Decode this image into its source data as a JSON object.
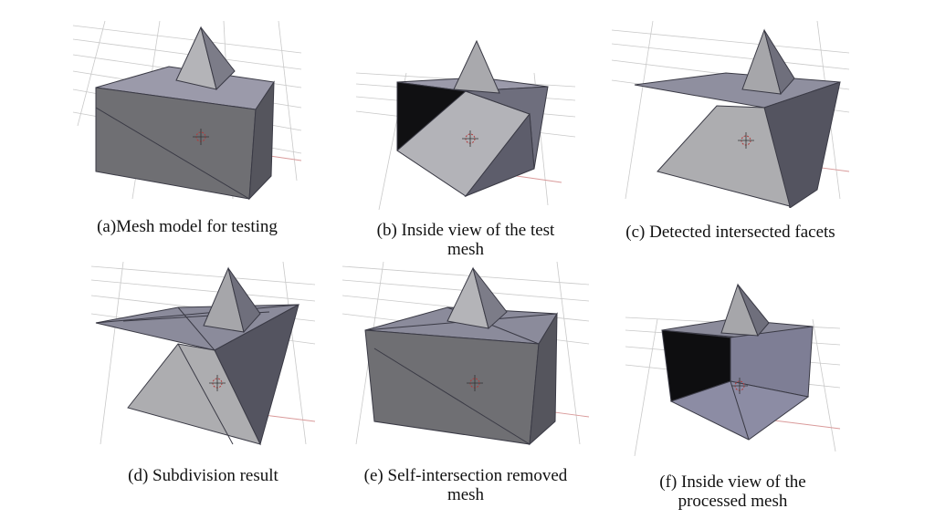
{
  "figure": {
    "panels": [
      {
        "caption": "(a)Mesh model for testing"
      },
      {
        "caption": "(b) Inside view of the test\nmesh"
      },
      {
        "caption": "(c) Detected intersected facets"
      },
      {
        "caption": "(d) Subdivision result"
      },
      {
        "caption": "(e) Self-intersection removed\nmesh"
      },
      {
        "caption": "(f) Inside view of the\nprocessed mesh"
      }
    ]
  }
}
